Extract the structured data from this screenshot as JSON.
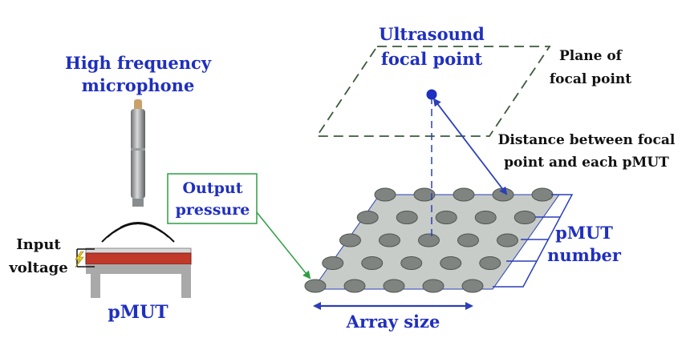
{
  "labels": {
    "microphone_line1": "High frequency",
    "microphone_line2": "microphone",
    "focal_point_line1": "Ultrasound",
    "focal_point_line2": "focal point",
    "plane_line1": "Plane of",
    "plane_line2": "focal point",
    "distance_line1": "Distance between focal",
    "distance_line2": "point and each pMUT",
    "output_line1": "Output",
    "output_line2": "pressure",
    "input_line1": "Input",
    "input_line2": "voltage",
    "pmut_single": "pMUT",
    "pmut_number_line1": "pMUT",
    "pmut_number_line2": "number",
    "array_size": "Array size"
  },
  "array": {
    "rows": 5,
    "columns": 5
  },
  "colors": {
    "label_blue": "#1f2fbf",
    "arrow_blue": "#2a3fb8",
    "array_plate": "#c8ccc8",
    "pmut_dot": "#7f8480",
    "plane_dash": "#3a5a3a",
    "output_box": "#2e9e44",
    "pmut_electrode": "#c0392b"
  }
}
